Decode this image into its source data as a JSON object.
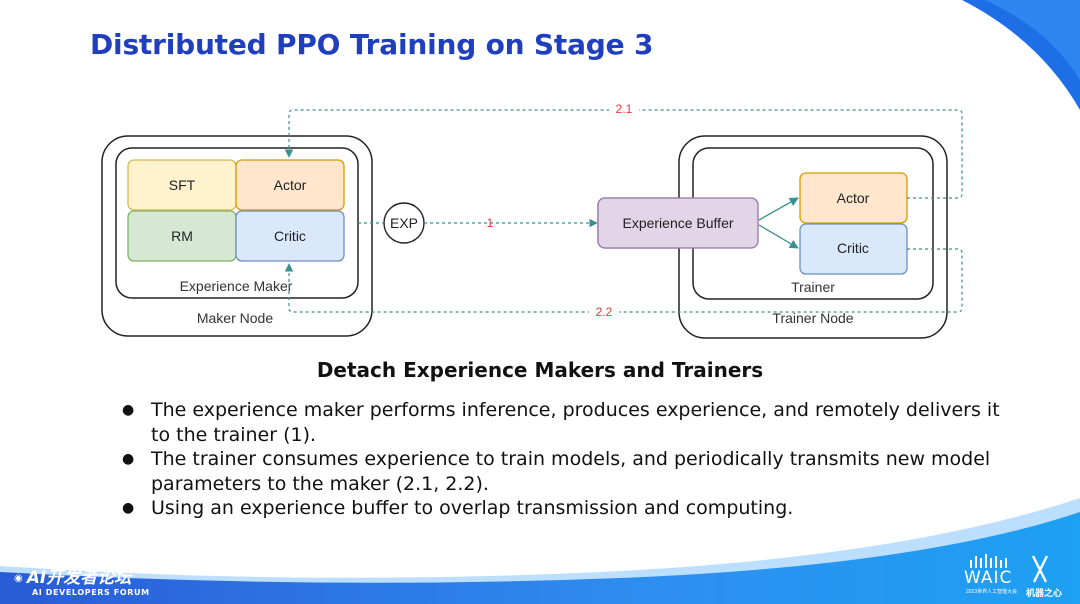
{
  "slide": {
    "title": "Distributed PPO Training on Stage 3",
    "subtitle": "Detach Experience Makers and Trainers",
    "bullets": [
      "The experience maker performs inference, produces experience, and remotely delivers it to the trainer (1).",
      "The trainer consumes experience to train models, and periodically transmits new model parameters to the maker (2.1, 2.2).",
      "Using an experience buffer to overlap transmission and computing."
    ]
  },
  "diagram": {
    "maker_node_label": "Maker Node",
    "experience_maker_label": "Experience Maker",
    "boxes": {
      "sft": "SFT",
      "actor": "Actor",
      "rm": "RM",
      "critic": "Critic"
    },
    "exp_label": "EXP",
    "experience_buffer_label": "Experience Buffer",
    "trainer_node_label": "Trainer Node",
    "trainer_label": "Trainer",
    "trainer_boxes": {
      "actor": "Actor",
      "critic": "Critic"
    },
    "edges": {
      "delivery": "1",
      "actor_update": "2.1",
      "critic_update": "2.2"
    },
    "colors": {
      "sft_fill": "#fff2cc",
      "sft_stroke": "#d6b656",
      "actor_fill": "#ffe6cc",
      "actor_stroke": "#d79b00",
      "rm_fill": "#d5e8d4",
      "rm_stroke": "#82b366",
      "critic_fill": "#dae8fc",
      "critic_stroke": "#6c8ebf",
      "buffer_fill": "#e1d5e7",
      "buffer_stroke": "#9673a6",
      "arrow": "#3a8f8f",
      "edge_label": "#e53935"
    }
  },
  "footer": {
    "left_logo_top": "AI开发者论坛",
    "left_logo_bottom": "AI DEVELOPERS FORUM",
    "right_logo_main": "WAIC",
    "right_logo_sub": "2023世界人工智能大会",
    "right_logo_tag": "机器之心"
  }
}
